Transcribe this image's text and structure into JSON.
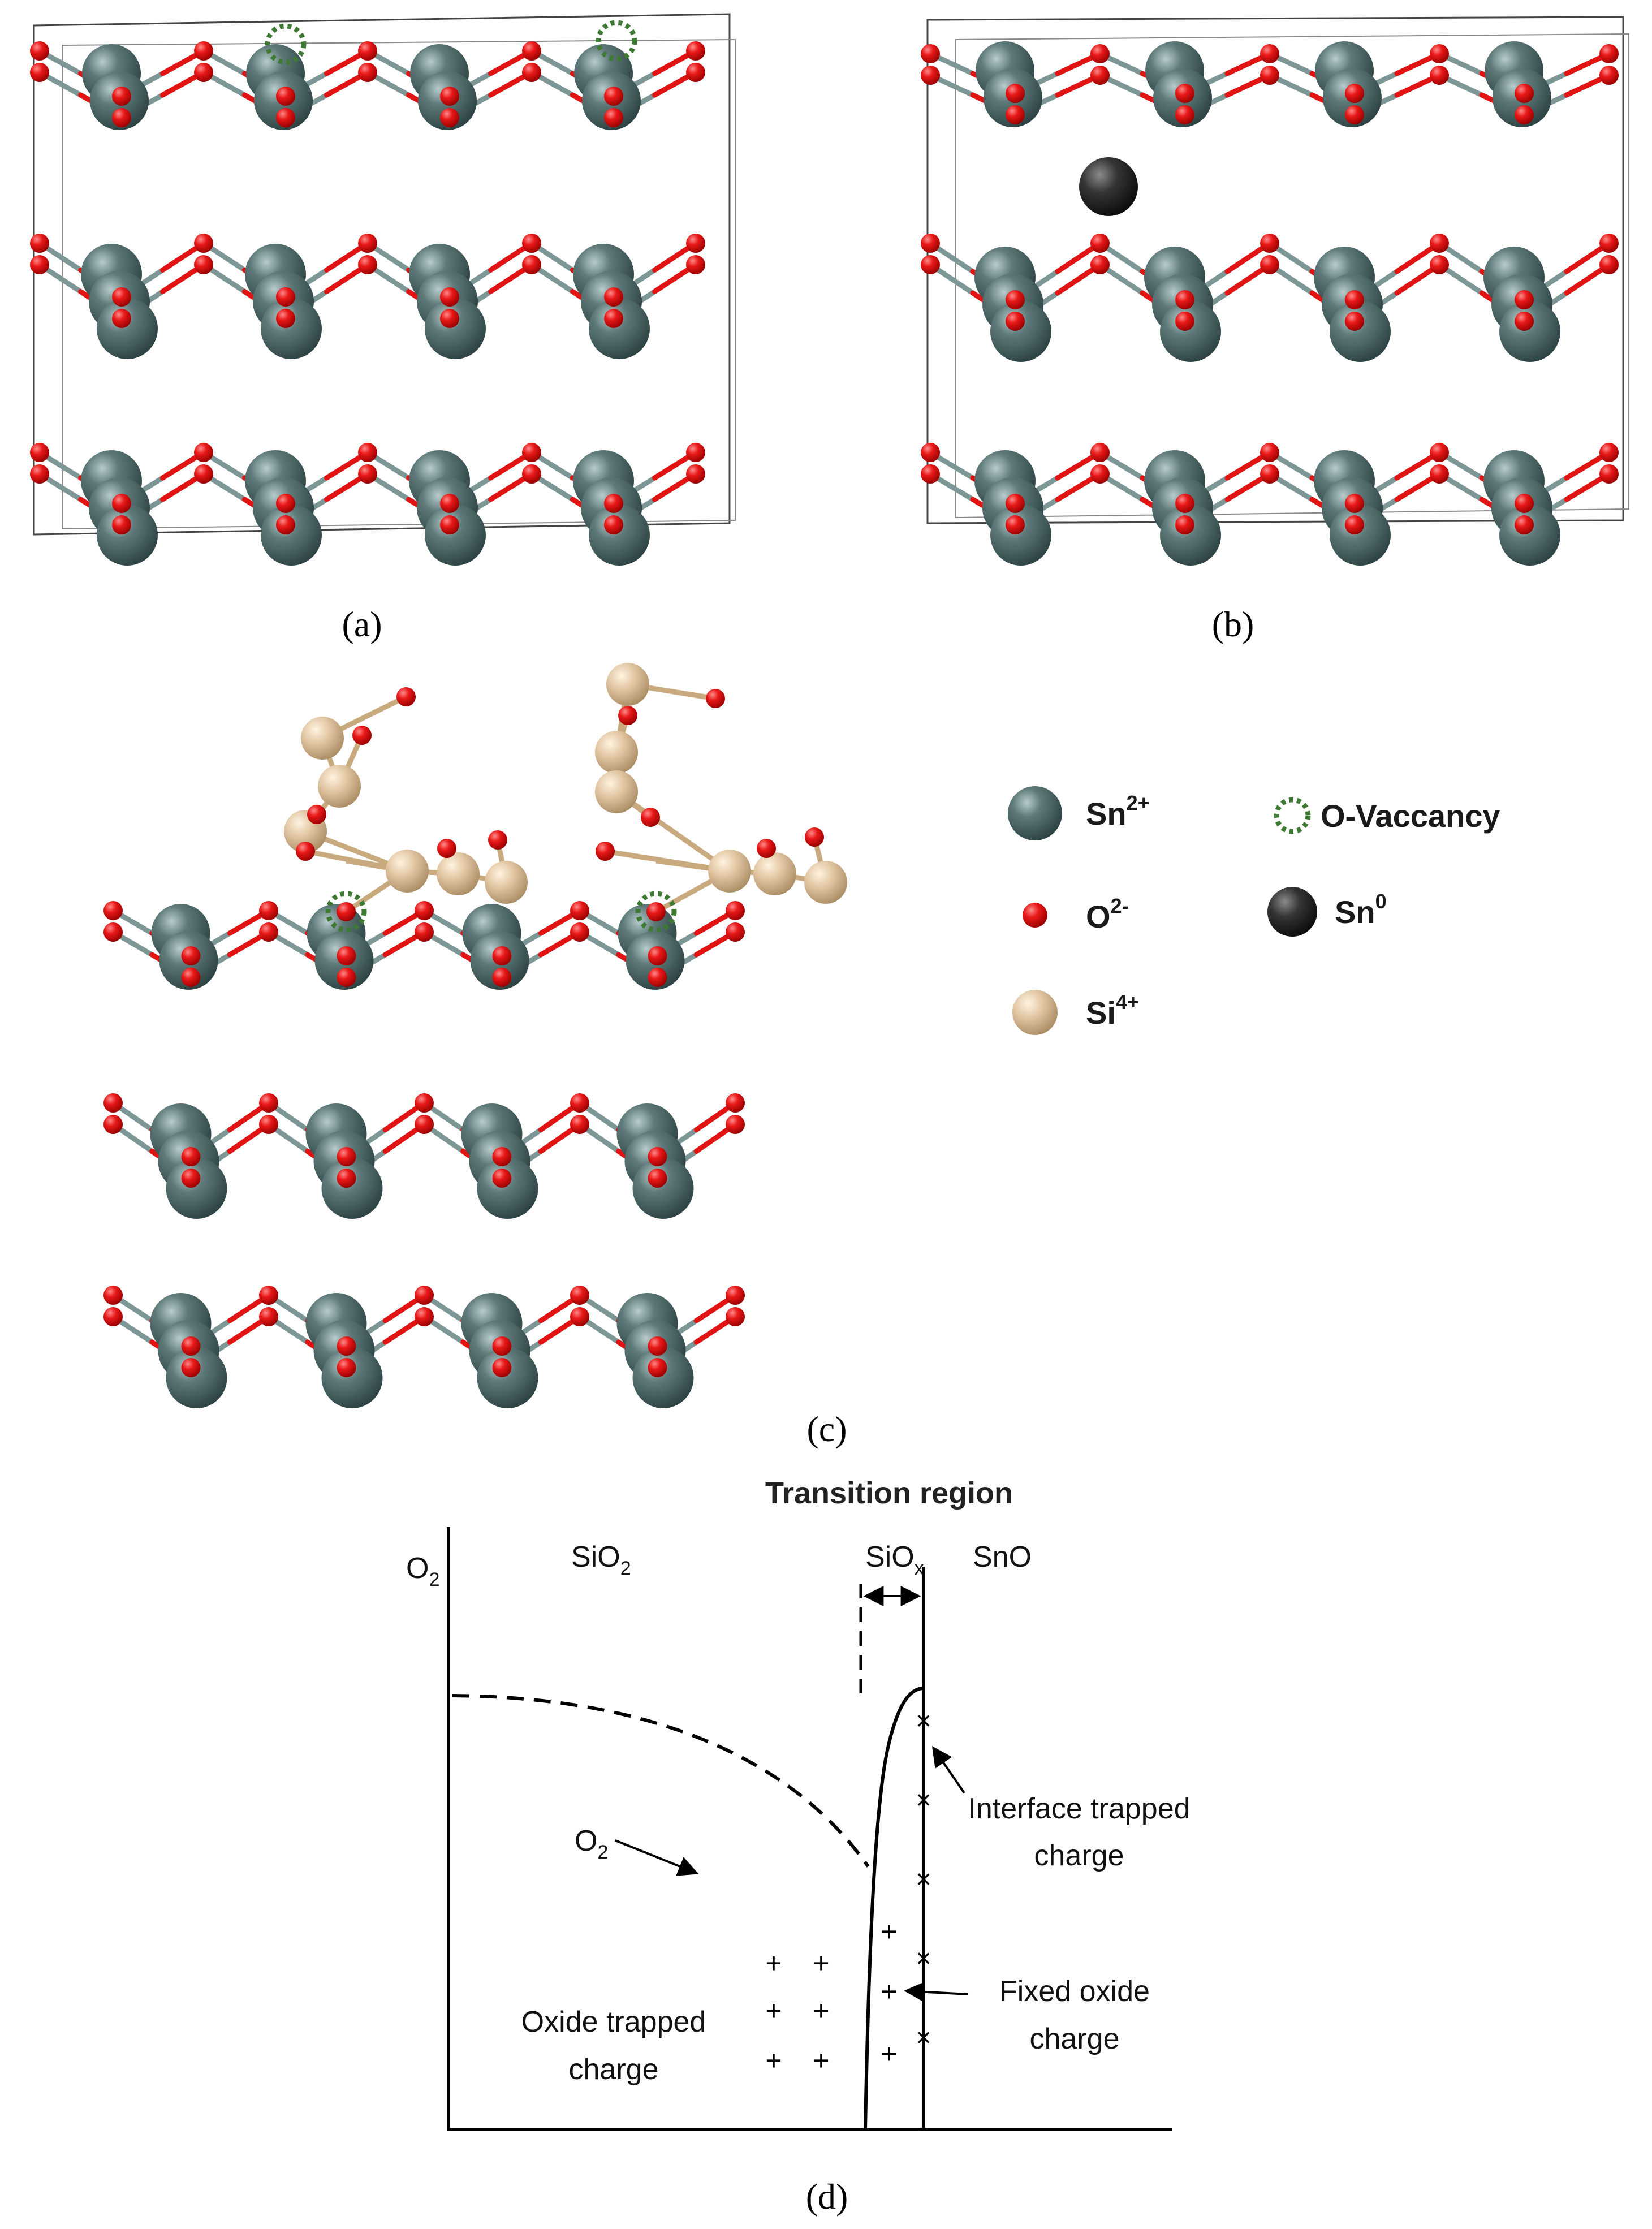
{
  "captions": {
    "a": "(a)",
    "b": "(b)",
    "c": "(c)",
    "d": "(d)"
  },
  "legend": [
    {
      "id": "sn2",
      "base": "Sn",
      "sup": "2+",
      "icon": "sn-atom-icon"
    },
    {
      "id": "o2",
      "base": "O",
      "sup": "2-",
      "icon": "oxygen-atom-icon"
    },
    {
      "id": "si4",
      "base": "Si",
      "sup": "4+",
      "icon": "silicon-atom-icon"
    },
    {
      "id": "ovac",
      "base": "O-Vaccancy",
      "sup": "",
      "icon": "oxygen-vacancy-icon"
    },
    {
      "id": "sn0",
      "base": "Sn",
      "sup": "0",
      "icon": "metallic-tin-atom-icon"
    }
  ],
  "colors": {
    "sn": "#4a6363",
    "sn_highlight": "#9fb6b6",
    "oxygen": "#e21313",
    "silicon": "#e0c4a0",
    "sn0": "#2a2a2a",
    "vacancy": "#3f7a35",
    "bond_grey": "#8aa3a3"
  },
  "panel_d": {
    "transition_region": "Transition region",
    "y_label": {
      "base": "O",
      "sub": "2"
    },
    "sio2": {
      "base": "SiO",
      "sub": "2"
    },
    "siox": {
      "base": "SiO",
      "sub": "x"
    },
    "sno": "SnO",
    "o2_arrow": {
      "base": "O",
      "sub": "2"
    },
    "interface_trapped": [
      "Interface trapped",
      "charge"
    ],
    "fixed_oxide": [
      "Fixed oxide",
      "charge"
    ],
    "oxide_trapped": [
      "Oxide trapped",
      "charge"
    ]
  }
}
